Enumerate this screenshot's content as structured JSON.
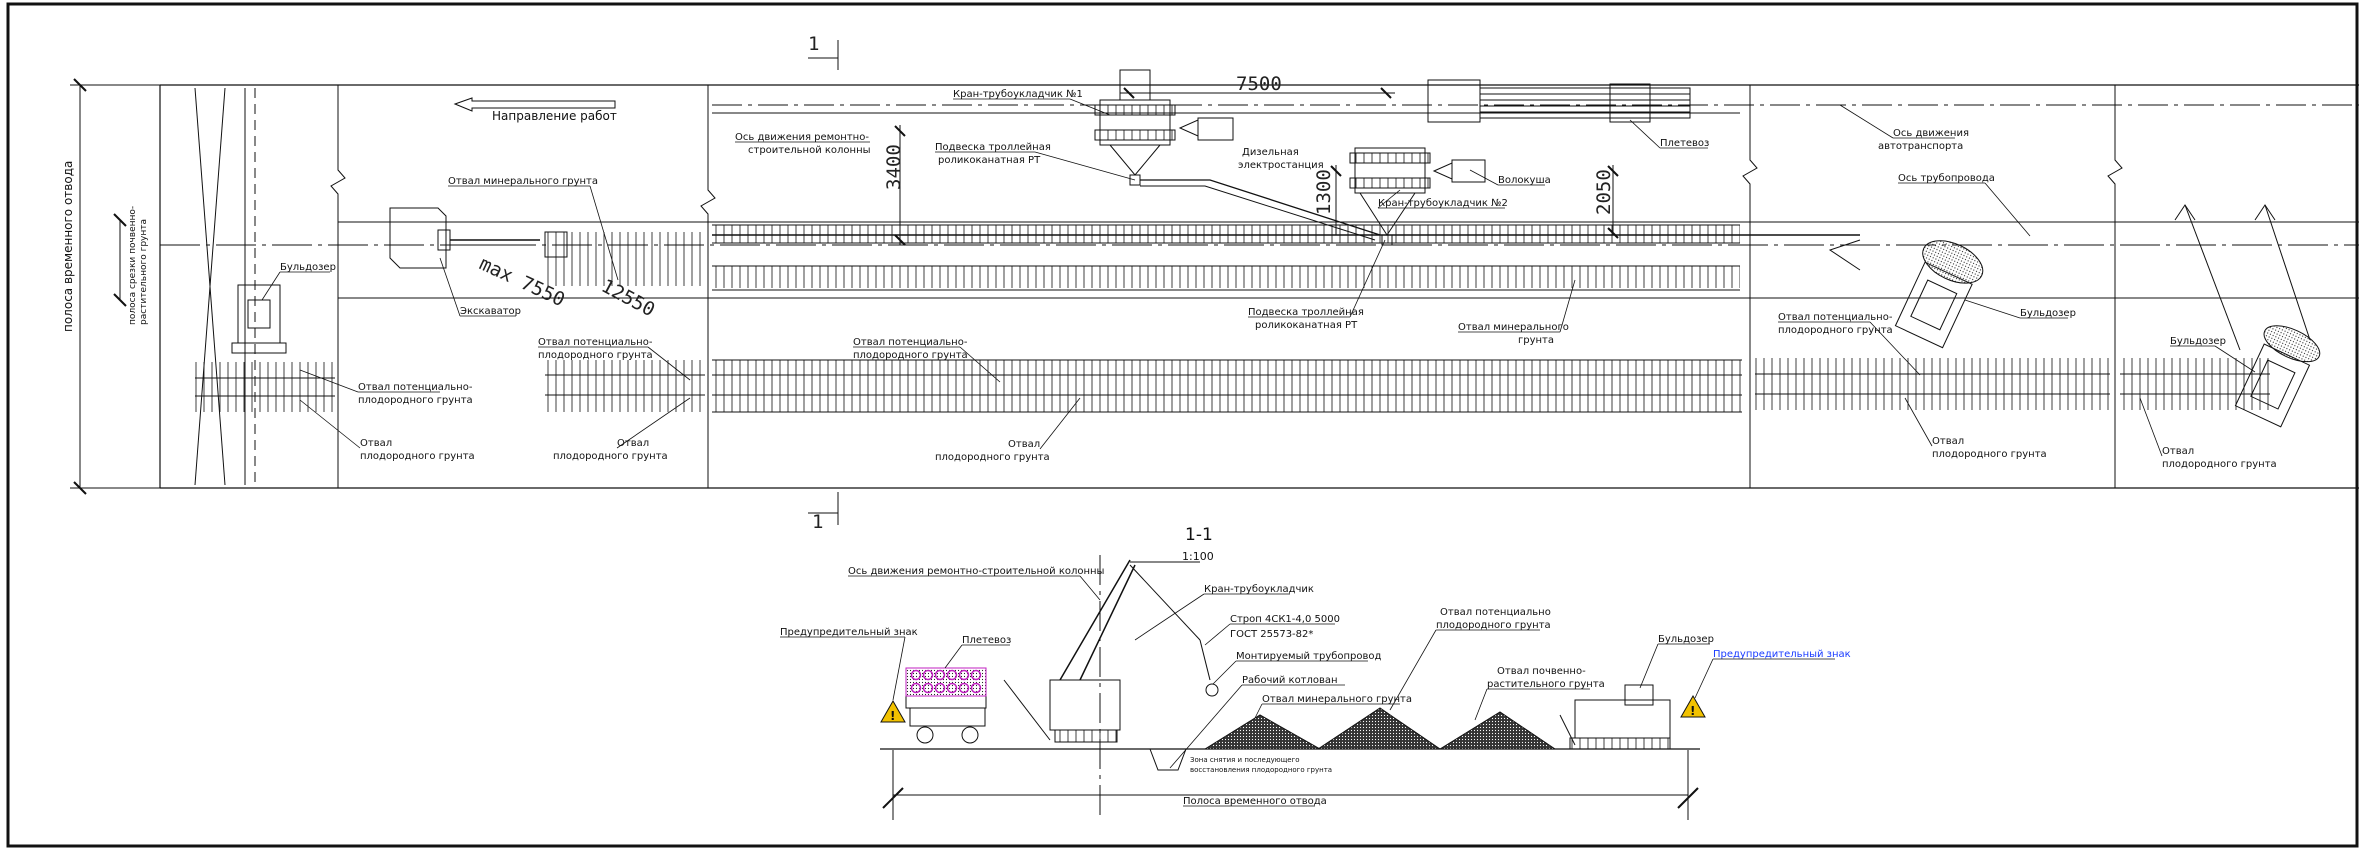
{
  "plan": {
    "section_marker_top": "1",
    "section_marker_bottom": "1",
    "direction_of_work": "Направление работ",
    "dim_main": "7500",
    "dim_3400": "3400",
    "dim_1300": "1300",
    "dim_2050": "2050",
    "dim_max": "max 7550",
    "dim_12550": "12550",
    "side_label_outer": "полоса временного отвода",
    "side_label_inner_1": "полоса срезки почвенно-",
    "side_label_inner_2": "растительного грунта",
    "labels": {
      "crane1": "Кран-трубоукладчик №1",
      "crane2": "Кран-трубоукладчик №2",
      "pipe_truck": "Плетевоз",
      "dragger": "Волокуша",
      "diesel_1": "Дизельная",
      "diesel_2": "электростанция",
      "axis_column_1": "Ось движения ремонтно-",
      "axis_column_2": "строительной колонны",
      "trolley_a_1": "Подвеска троллейная",
      "trolley_a_2": "роликоканатная РТ",
      "trolley_b_1": "Подвеска троллейная",
      "trolley_b_2": "роликоканатная РТ",
      "spoil_mineral_1": "Отвал минерального грунта",
      "spoil_mineral_2a": "Отвал минерального",
      "spoil_mineral_2b": "грунта",
      "excavator": "Экскаватор",
      "bulldozer_1": "Бульдозер",
      "bulldozer_2": "Бульдозер",
      "bulldozer_3": "Бульдозер",
      "pot_fertile_a1": "Отвал потенциально-",
      "pot_fertile_a2": "плодородного грунта",
      "pot_fertile_b1": "Отвал потенциально-",
      "pot_fertile_b2": "плодородного грунта",
      "pot_fertile_c1": "Отвал потенциально-",
      "pot_fertile_c2": "плодородного грунта",
      "pot_fertile_d1": "Отвал потенциально-",
      "pot_fertile_d2": "плодородного грунта",
      "fertile_a1": "Отвал",
      "fertile_a2": "плодородного грунта",
      "fertile_b1": "Отвал",
      "fertile_b2": "плодородного грунта",
      "fertile_c1": "Отвал",
      "fertile_c2": "плодородного грунта",
      "fertile_d1": "Отвал",
      "fertile_d2": "плодородного грунта",
      "fertile_e1": "Отвал",
      "fertile_e2": "плодородного грунта",
      "axis_transport_1": "Ось движения",
      "axis_transport_2": "автотранспорта",
      "axis_pipeline": "Ось трубопровода"
    }
  },
  "section": {
    "title": "1-1",
    "scale": "1:100",
    "axis_column": "Ось движения ремонтно-строительной колонны",
    "pipelayer": "Кран-трубоукладчик",
    "sling_1": "Строп 4СК1-4,0 5000",
    "sling_2": "ГОСТ 25573-82*",
    "pipeline": "Монтируемый трубопровод",
    "pit": "Рабочий котлован",
    "mineral": "Отвал минерального грунта",
    "pot_fertile_1": "Отвал потенциально",
    "pot_fertile_2": "плодородного грунта",
    "soil_veg_1": "Отвал почвенно-",
    "soil_veg_2": "растительного грунта",
    "bulldozer": "Бульдозер",
    "warning_left": "Предупредительный знак",
    "warning_right": "Предупредительный знак",
    "pipe_truck": "Плетевоз",
    "zone_note_1": "Зона снятия и последующего",
    "zone_note_2": "восстановления плодородного грунта",
    "strip": "Полоса временного отвода"
  },
  "colors": {
    "line": "#111111",
    "link": "#1a3cff",
    "warning": "#f2c200",
    "pipes": "#c020c0"
  }
}
